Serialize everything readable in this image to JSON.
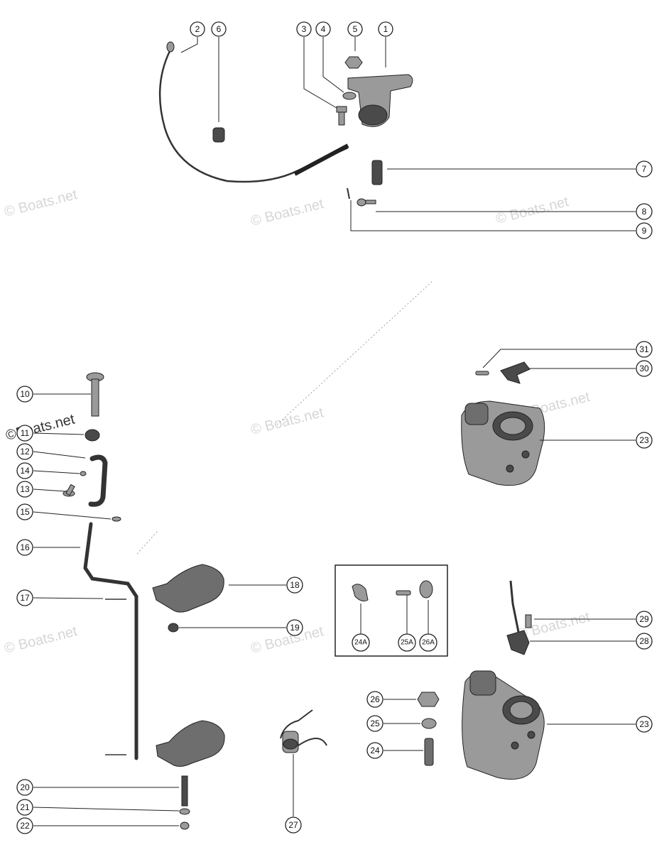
{
  "watermarks": {
    "text": "© Boats.net",
    "dark_text": "©Boats.net"
  },
  "callouts": {
    "c1": "1",
    "c2": "2",
    "c3": "3",
    "c4": "4",
    "c5": "5",
    "c6": "6",
    "c7": "7",
    "c8": "8",
    "c9": "9",
    "c10": "10",
    "c11": "11",
    "c12": "12",
    "c13": "13",
    "c14": "14",
    "c15": "15",
    "c16": "16",
    "c17": "17",
    "c18": "18",
    "c19": "19",
    "c20": "20",
    "c21": "21",
    "c22": "22",
    "c23a": "23",
    "c23b": "23",
    "c24": "24",
    "c24a": "24A",
    "c25": "25",
    "c25a": "25A",
    "c26": "26",
    "c26a": "26A",
    "c27": "27",
    "c28": "28",
    "c29": "29",
    "c30": "30",
    "c31": "31"
  }
}
